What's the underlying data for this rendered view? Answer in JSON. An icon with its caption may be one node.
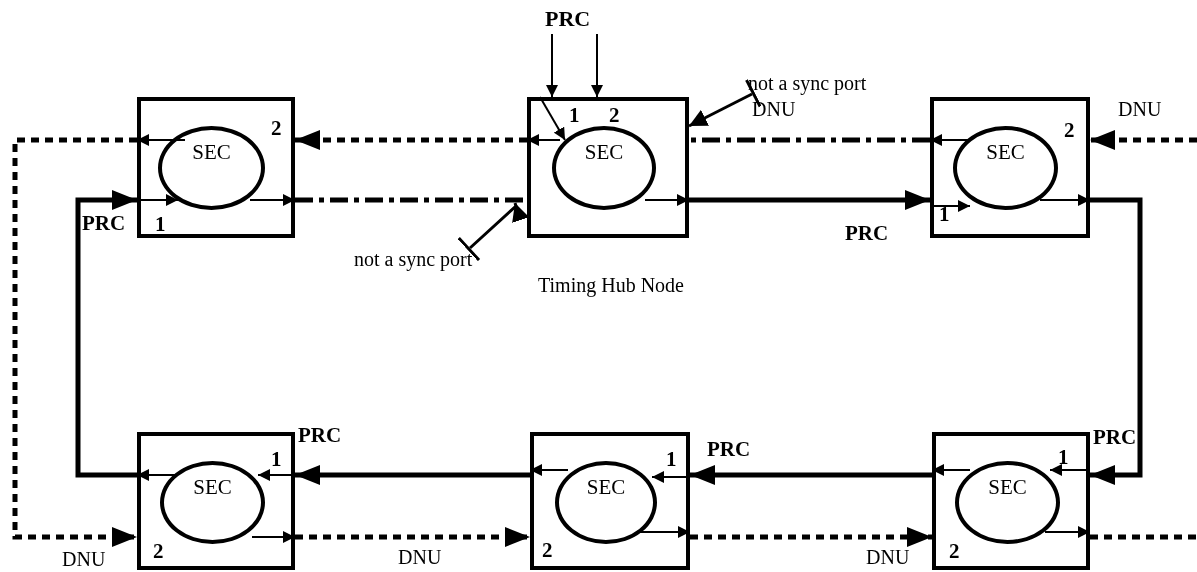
{
  "diagram": {
    "nodes": [
      {
        "text": [
          "PRC"
        ]
      },
      {
        "text": [
          "not a sync port"
        ]
      },
      {
        "text": [
          "2",
          "1"
        ]
      },
      {
        "text": [
          "SEC"
        ],
        "in": 2
      },
      {
        "text": [
          "1",
          "2"
        ],
        "beside": [
          "Timing Hub Node"
        ]
      },
      {
        "text": [
          "SEC"
        ],
        "in": 4
      },
      {
        "text": [
          "2",
          "1"
        ]
      },
      {
        "text": [
          "SEC"
        ],
        "in": 6
      },
      {
        "text": [
          "not a sync port"
        ]
      },
      {
        "text": [
          "1",
          "2"
        ]
      },
      {
        "text": [
          "SEC"
        ],
        "in": 9
      },
      {
        "text": [
          "1",
          "2"
        ]
      },
      {
        "text": [
          "SEC"
        ],
        "in": 11
      },
      {
        "text": [
          "1",
          "2"
        ]
      },
      {
        "text": [
          "SEC"
        ],
        "in": 13
      }
    ],
    "edges": [
      {
        "from": 0,
        "to": 4,
        "arrow": "to"
      },
      {
        "from": 0,
        "to": 4,
        "arrow": "to"
      },
      {
        "from": 1,
        "to": 4,
        "arrow": "to"
      },
      {
        "from": 2,
        "to": 4,
        "arrow": "none",
        "style": "dashed"
      },
      {
        "from": 4,
        "to": 2,
        "arrow": "to",
        "style": "dashed"
      },
      {
        "from": 4,
        "to": 6,
        "label": "PRC",
        "arrow": "to",
        "style": "thick"
      },
      {
        "from": 6,
        "to": 4,
        "label": "DNU",
        "arrow": "none",
        "style": "dashed"
      },
      {
        "from": 6,
        "to": 13,
        "label": "PRC",
        "arrow": "to",
        "style": "thick"
      },
      {
        "from": null,
        "to": 6,
        "label": "DNU",
        "arrow": "to",
        "style": "dashed"
      },
      {
        "from": 8,
        "to": 4,
        "arrow": "to"
      },
      {
        "from": 2,
        "to": 9,
        "label": "DNU",
        "arrow": "to",
        "style": "dashed"
      },
      {
        "from": 9,
        "to": 2,
        "label": "PRC",
        "arrow": "to",
        "style": "thick"
      },
      {
        "from": 9,
        "to": 11,
        "label": "DNU",
        "arrow": "to",
        "style": "dashed"
      },
      {
        "from": 11,
        "to": 9,
        "label": "PRC",
        "arrow": "to",
        "style": "thick"
      },
      {
        "from": 11,
        "to": 13,
        "label": "DNU",
        "arrow": "to",
        "style": "dashed"
      },
      {
        "from": 13,
        "to": 11,
        "label": "PRC",
        "arrow": "to",
        "style": "thick"
      },
      {
        "from": 13,
        "to": null,
        "arrow": "none",
        "style": "dashed"
      },
      {
        "from": 3,
        "to": 2,
        "arrow": "to"
      },
      {
        "from": 2,
        "to": 3,
        "arrow": "to"
      },
      {
        "from": 3,
        "to": 2,
        "arrow": "to"
      },
      {
        "from": 5,
        "to": 4,
        "arrow": "to"
      },
      {
        "from": 4,
        "to": 5,
        "arrow": "to"
      },
      {
        "from": 5,
        "to": 4,
        "arrow": "to"
      },
      {
        "from": 7,
        "to": 6,
        "arrow": "to"
      },
      {
        "from": 6,
        "to": 7,
        "arrow": "to"
      },
      {
        "from": 7,
        "to": 6,
        "arrow": "to"
      },
      {
        "from": 10,
        "to": 9,
        "arrow": "to"
      },
      {
        "from": 9,
        "to": 10,
        "arrow": "to"
      },
      {
        "from": 10,
        "to": 9,
        "arrow": "to"
      },
      {
        "from": 12,
        "to": 11,
        "arrow": "to"
      },
      {
        "from": 11,
        "to": 12,
        "arrow": "to"
      },
      {
        "from": 12,
        "to": 11,
        "arrow": "to"
      },
      {
        "from": 14,
        "to": 13,
        "arrow": "to"
      },
      {
        "from": 13,
        "to": 14,
        "arrow": "to"
      },
      {
        "from": 14,
        "to": 13,
        "arrow": "to"
      }
    ]
  }
}
